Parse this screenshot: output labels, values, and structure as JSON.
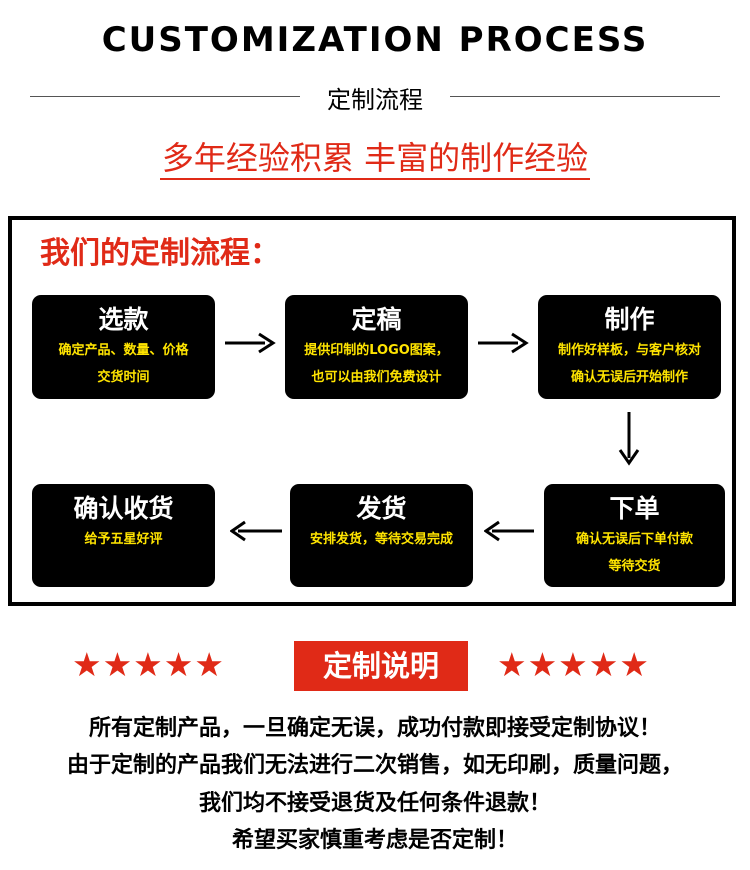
{
  "header": {
    "title": "CUSTOMIZATION PROCESS",
    "subtitle": "定制流程",
    "slogan": "多年经验积累  丰富的制作经验"
  },
  "process": {
    "heading": "我们的定制流程：",
    "steps": [
      {
        "title": "选款",
        "lines": [
          "确定产品、数量、价格",
          "交货时间"
        ]
      },
      {
        "title": "定稿",
        "lines": [
          "提供印制的LOGO图案，",
          "也可以由我们免费设计"
        ]
      },
      {
        "title": "制作",
        "lines": [
          "制作好样板，与客户核对",
          "确认无误后开始制作"
        ]
      },
      {
        "title": "下单",
        "lines": [
          "确认无误后下单付款",
          "等待交货"
        ]
      },
      {
        "title": "发货",
        "lines": [
          "安排发货，等待交易完成"
        ]
      },
      {
        "title": "确认收货",
        "lines": [
          "给予五星好评"
        ]
      }
    ]
  },
  "notice": {
    "badge": "定制说明",
    "stars": "★★★★★",
    "lines": [
      "所有定制产品，一旦确定无误，成功付款即接受定制协议！",
      "由于定制的产品我们无法进行二次销售，如无印刷，质量问题，",
      "我们均不接受退货及任何条件退款！",
      "希望买家慎重考虑是否定制！"
    ]
  },
  "colors": {
    "accent": "#e02a17",
    "step_background": "#000000",
    "step_title": "#ffffff",
    "step_text": "#ffe400"
  }
}
